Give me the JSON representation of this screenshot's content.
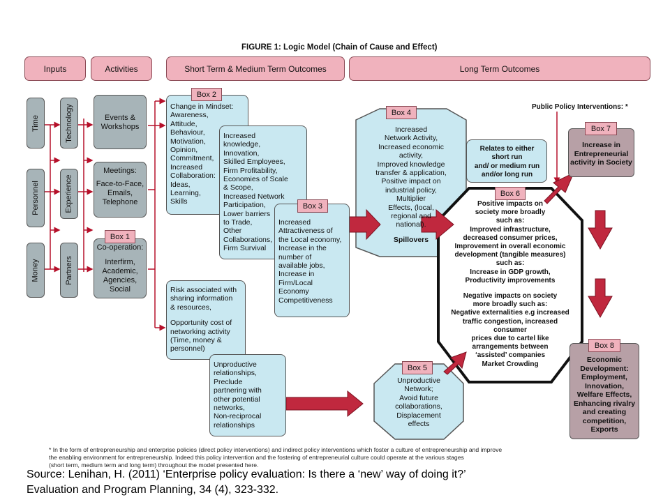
{
  "figure_title": "FIGURE 1: Logic Model (Chain of Cause and Effect)",
  "headers": {
    "inputs": "Inputs",
    "activities": "Activities",
    "short_medium": "Short Term & Medium Term Outcomes",
    "long_term": "Long Term Outcomes"
  },
  "inputs": [
    "Time",
    "Personnel",
    "Money"
  ],
  "input_types": [
    "Technology",
    "Experience",
    "Partners"
  ],
  "activities": {
    "events": [
      "Events &",
      "Workshops"
    ],
    "meetings": [
      "Meetings:",
      "",
      "Face-to-Face,",
      "Emails,",
      "Telephone"
    ],
    "box1_label": "Box 1",
    "cooperation": [
      "Co-operation:",
      "",
      "Interfirm,",
      "Academic,",
      "Agencies,",
      "Social"
    ]
  },
  "box2": {
    "label": "Box 2",
    "lines": [
      "Change in Mindset:",
      "Awareness,",
      "Attitude,",
      "Behaviour,",
      "Motivation,",
      "Opinion,",
      "Commitment,",
      "Increased",
      "Collaboration:",
      "Ideas,",
      "Learning,",
      "Skills"
    ]
  },
  "increased_box": {
    "lines": [
      "Increased",
      "knowledge,",
      "Innovation,",
      "Skilled Employees,",
      "Firm Profitability,",
      "Economies of Scale",
      "& Scope,",
      "Increased Network",
      "Participation,",
      "Lower barriers",
      "to Trade,",
      "Other",
      "Collaborations,",
      "Firm Survival"
    ]
  },
  "box3": {
    "label": "Box 3",
    "lines": [
      "Increased",
      "Attractiveness of",
      "the Local economy,",
      "Increase in the",
      "number of",
      "available jobs,",
      "Increase in",
      "Firm/Local",
      "Economy",
      "Competitiveness"
    ]
  },
  "risk_box": {
    "lines": [
      "Risk associated with",
      "sharing information",
      "& resources,",
      "",
      "Opportunity cost of",
      "networking activity",
      "(Time, money &",
      "personnel)"
    ]
  },
  "unproductive_box": {
    "lines": [
      "Unproductive",
      "relationships,",
      "Preclude",
      "partnering with",
      "other potential",
      "networks,",
      "Non-reciprocal",
      "relationships"
    ]
  },
  "box4": {
    "label": "Box 4",
    "lines": [
      "Increased",
      "Network Activity,",
      "Increased economic",
      "activity,",
      "Improved knowledge",
      "transfer & application,",
      "Positive impact on",
      "industrial policy,",
      "Multiplier",
      "Effects, (local,",
      "regional and",
      "national)."
    ],
    "footer": "Spillovers"
  },
  "box5": {
    "label": "Box 5",
    "lines": [
      "Unproductive",
      "Network;",
      "Avoid future",
      "collaborations,",
      "Displacement",
      "effects"
    ]
  },
  "relates_box": {
    "lines": [
      "Relates to either",
      "short run",
      "and/ or medium run",
      "and/or long run"
    ]
  },
  "box6": {
    "label": "Box 6",
    "lines": [
      "Positive impacts on",
      "society more broadly",
      "such as:",
      "Improved infrastructure,",
      "decreased consumer prices,",
      "Improvement in overall economic",
      "development (tangible measures)",
      "such as:",
      "Increase in GDP growth,",
      "Productivity improvements",
      "",
      "Negative impacts on society",
      "more broadly such as:",
      "Negative externalities e.g increased",
      "traffic congestion, increased",
      "consumer",
      "prices due to cartel like",
      "arrangements between",
      "‘assisted’ companies",
      "Market Crowding"
    ]
  },
  "public_policy": "Public Policy Interventions: *",
  "box7": {
    "label": "Box 7",
    "lines": [
      "Increase in",
      "Entrepreneurial",
      "activity in Society"
    ]
  },
  "box8": {
    "label": "Box 8",
    "lines": [
      "Economic",
      "Development:",
      "Employment,",
      "Innovation,",
      "Welfare Effects,",
      "Enhancing rivalry",
      "and creating",
      "competition,",
      "Exports"
    ]
  },
  "footnote": [
    "* In the form of entrepreneurship and enterprise policies (direct policy interventions) and indirect policy interventions  which foster a culture of  entrepreneurship and improve",
    "the enabling environment for entrepreneurship. Indeed this policy intervention and the fostering of entrepreneurial culture could operate at the various stages",
    "(short term, medium term and long term) throughout the model presented here."
  ],
  "source": [
    "Source: Lenihan, H. (2011) ‘Enterprise policy evaluation: Is there a ‘new’ way of doing it?’",
    "Evaluation and Program Planning, 34 (4), 323-332."
  ],
  "colors": {
    "pink": "#f0b2bd",
    "grey_blue": "#a7b4b8",
    "light_blue": "#c9e8f1",
    "mauve": "#b7a0a6",
    "arrow_red": "#c0283e",
    "connector_red": "#b5102a"
  }
}
